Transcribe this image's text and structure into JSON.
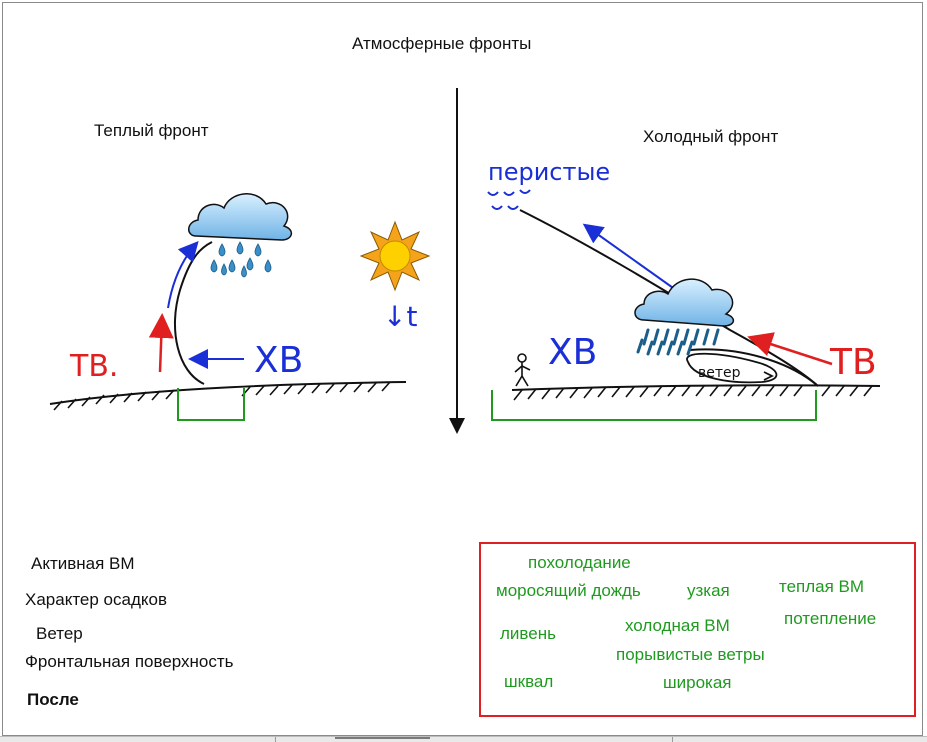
{
  "slide": {
    "title": "Атмосферные фронты"
  },
  "warm_front": {
    "title": "Теплый фронт",
    "warm_air_label": "ТВ.",
    "cold_air_label": "ХВ",
    "temp_label": "↓t"
  },
  "cold_front": {
    "title": "Холодный фронт",
    "cirrus_label": "перистые",
    "cold_air_label": "ХВ",
    "warm_air_label": "ТВ",
    "wind_label": "ветер"
  },
  "questions": [
    {
      "label": "Активная ВМ",
      "bold": false
    },
    {
      "label": "Характер осадков",
      "bold": false
    },
    {
      "label": "Ветер",
      "bold": false
    },
    {
      "label": "Фронтальная поверхность",
      "bold": false
    },
    {
      "label": "После",
      "bold": true
    }
  ],
  "answer_options": [
    "похолодание",
    "моросящий дождь",
    "узкая",
    "теплая ВМ",
    "ливень",
    "холодная ВМ",
    "потепление",
    "порывистые ветры",
    "шквал",
    "широкая"
  ],
  "colors": {
    "blue": "#1a2fd6",
    "red": "#e02020",
    "green": "#1f9a1f",
    "cloud": "#7fbde8",
    "rain": "#3a8fc9",
    "sun": "#f5a31a",
    "sun_core": "#ffd000"
  }
}
